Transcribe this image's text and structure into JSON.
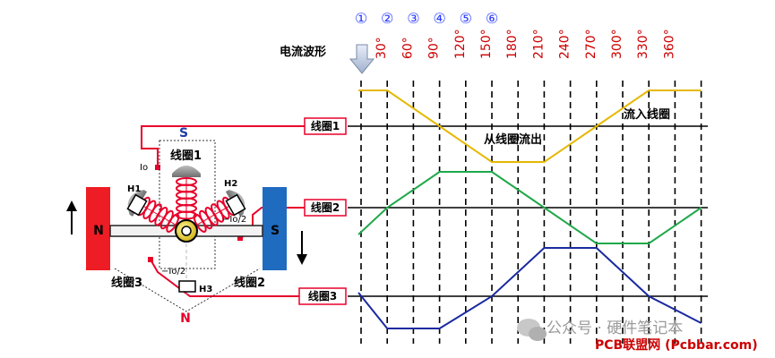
{
  "steps": [
    "①",
    "②",
    "③",
    "④",
    "⑤",
    "⑥"
  ],
  "angles": [
    "30°",
    "60°",
    "90°",
    "120°",
    "150°",
    "180°",
    "210°",
    "240°",
    "270°",
    "300°",
    "330°",
    "360°"
  ],
  "current_waveform_label": "电流波形",
  "coil_boxes": [
    "线圈1",
    "线圈2",
    "线圈3"
  ],
  "annotations": {
    "flow_out": "从线圈流出",
    "flow_in": "流入线圈"
  },
  "motor": {
    "coil1": "线圈1",
    "coil2": "线圈2",
    "coil3": "线圈3",
    "s_top": "S",
    "n_bottom": "N",
    "n_magnet": "N",
    "s_magnet": "S",
    "h1": "H1",
    "h2": "H2",
    "h3": "H3",
    "io": "Io",
    "io_half_right": "−Io/2",
    "io_half_bottom": "−Io/2"
  },
  "watermark": {
    "wechat": "公众号 · 硬件笔记本",
    "site": "PCB联盟网 (Pcbbar.com)"
  },
  "colors": {
    "coil1_wave": "#e6b800",
    "coil2_wave": "#1fa84a",
    "coil3_wave": "#1a2aa0",
    "leader": "#e8002a",
    "magnet_n": "#ee1c24",
    "magnet_s": "#1f6bc0"
  },
  "waveforms": {
    "coil1": [
      1,
      1,
      0,
      -1,
      -1,
      0,
      1,
      1
    ],
    "coil2": [
      0,
      1,
      1,
      0,
      -1,
      -1,
      0
    ],
    "coil3": [
      0,
      -1,
      -1,
      0,
      1,
      1,
      0
    ]
  }
}
